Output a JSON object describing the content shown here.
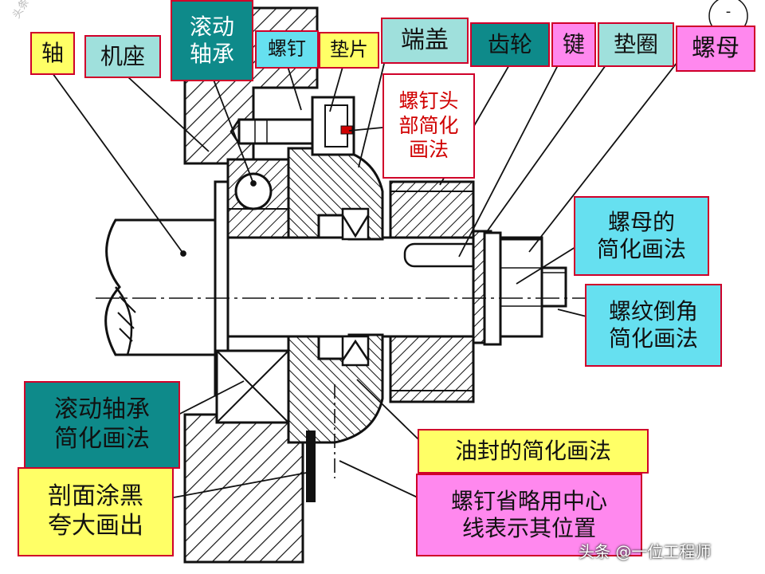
{
  "labels": {
    "shaft": "轴",
    "frame": "机座",
    "rolling_bearing": "滚动\n轴承",
    "screw": "螺钉",
    "gasket": "垫片",
    "end_cap": "端盖",
    "gear": "齿轮",
    "key": "键",
    "washer": "垫圈",
    "nut": "螺母",
    "screw_head_simplified": "螺钉头\n部简化\n画法",
    "nut_simplified": "螺母的\n简化画法",
    "thread_chamfer_simplified": "螺纹倒角\n简化画法",
    "bearing_simplified": "滚动轴承\n简化画法",
    "section_blackened": "剖面涂黑\n夸大画出",
    "oil_seal_simplified": "油封的简化画法",
    "screw_centerline": "螺钉省略用中心\n线表示其位置",
    "circle_mark": "-"
  },
  "watermark": {
    "top_left": "头条号 一位工程师",
    "bottom_right": "头条 @一位工程师"
  },
  "colors": {
    "label_border": "#d0002a",
    "yellow": "#ffff66",
    "cyan": "#66e0f0",
    "teal": "#0e8a8a",
    "mint": "#9fe0dc",
    "pink": "#ff88ee",
    "red_text": "#d00000"
  }
}
